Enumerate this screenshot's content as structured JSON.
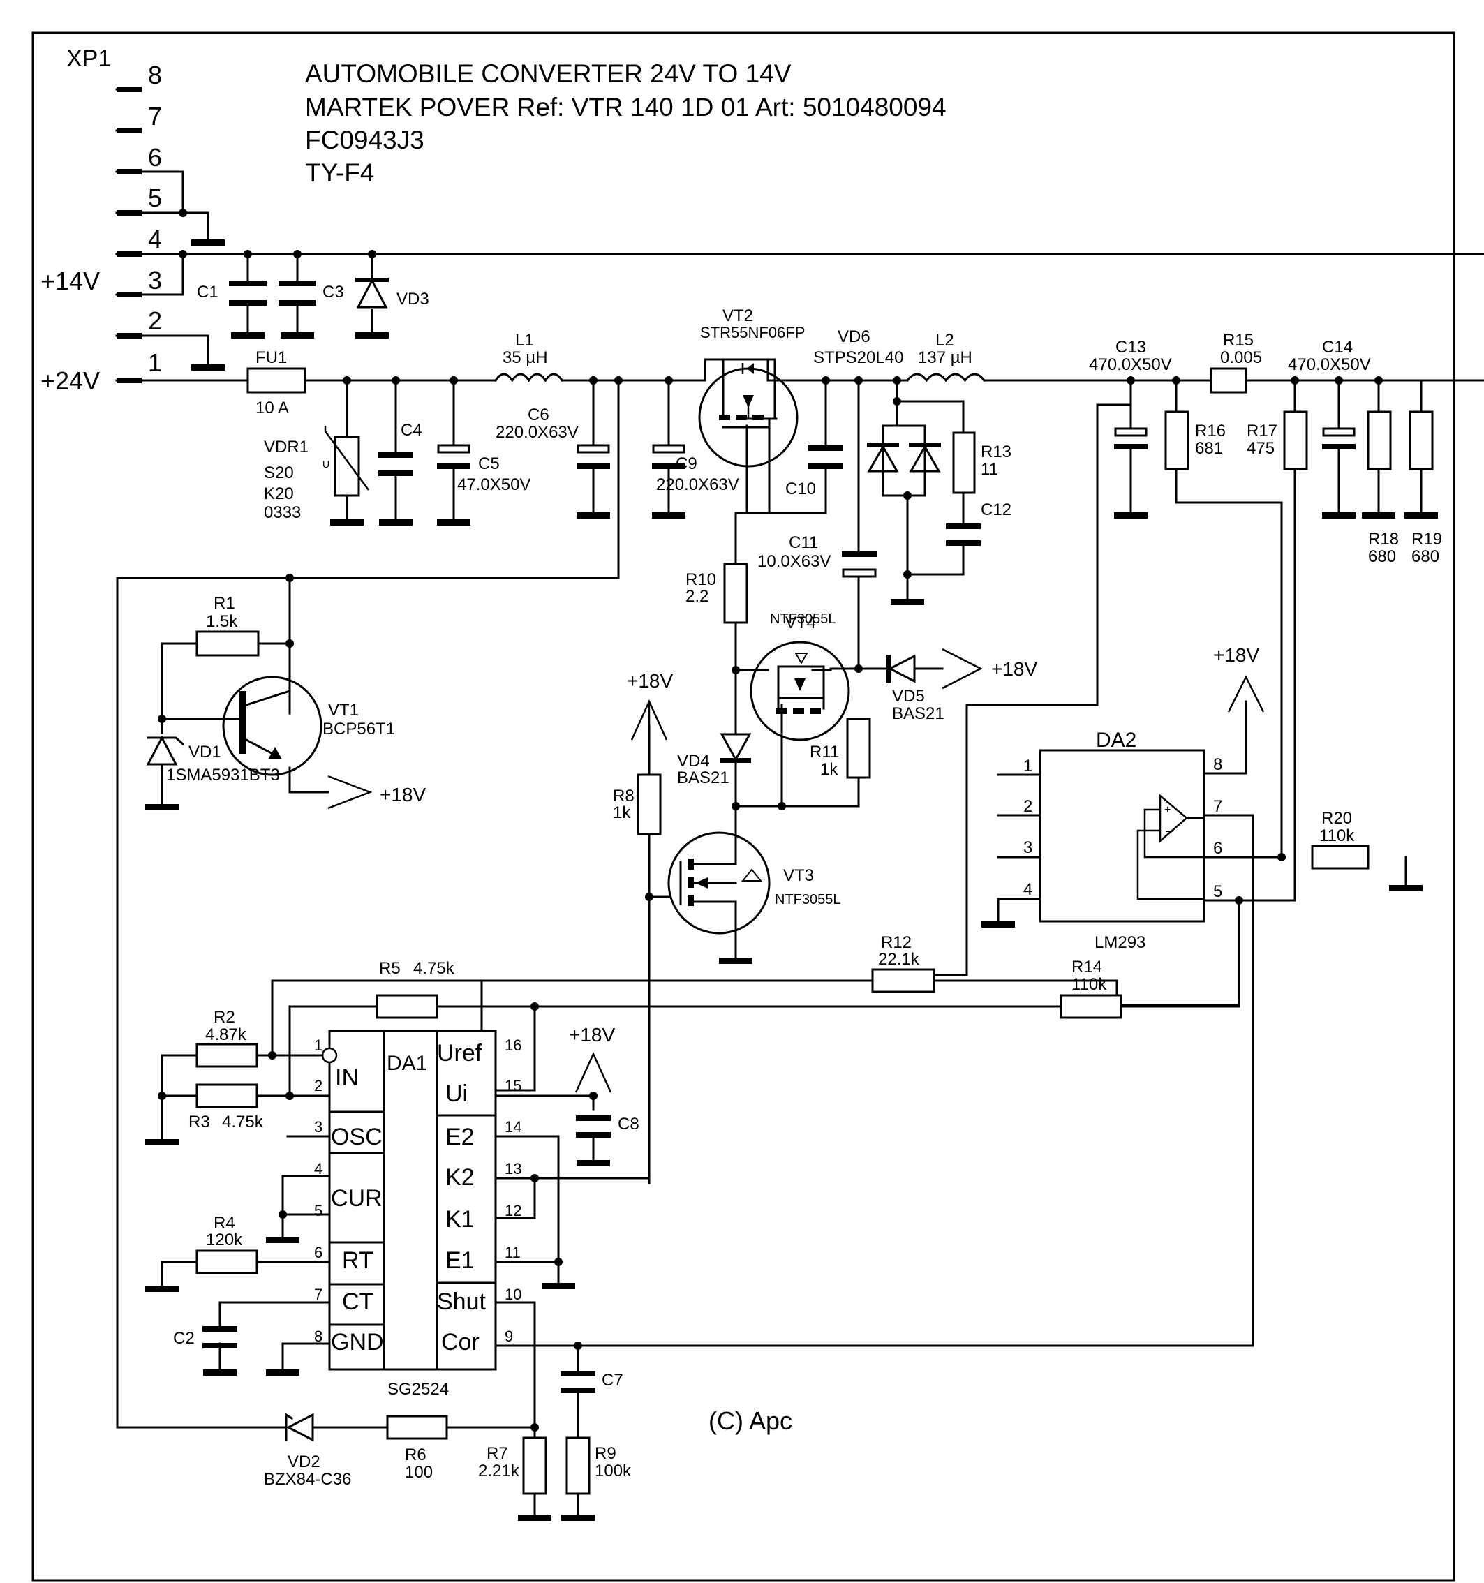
{
  "title": {
    "line1": "AUTOMOBILE CONVERTER 24V TO 14V",
    "line2": "MARTEK POVER  Ref: VTR 140 1D 01  Art: 5010480094",
    "line3": "FC0943J3",
    "line4": "TY-F4"
  },
  "connector": {
    "name": "XP1",
    "pins": [
      "1",
      "2",
      "3",
      "4",
      "5",
      "6",
      "7",
      "8"
    ],
    "v14": "+14V",
    "v24": "+24V"
  },
  "rails": {
    "v18": "+18V"
  },
  "copyright": "(C) Apc",
  "components": {
    "FU1": {
      "ref": "FU1",
      "val": "10 A"
    },
    "C1": {
      "ref": "C1"
    },
    "C3": {
      "ref": "C3"
    },
    "VD3": {
      "ref": "VD3"
    },
    "VDR1": {
      "ref": "VDR1",
      "v1": "S20",
      "v2": "K20",
      "v3": "0333",
      "u": "U"
    },
    "C4": {
      "ref": "C4"
    },
    "C5": {
      "ref": "C5",
      "val": "47.0X50V"
    },
    "L1": {
      "ref": "L1",
      "val": "35 µH"
    },
    "C6": {
      "ref": "C6",
      "val": "220.0X63V"
    },
    "C9": {
      "ref": "C9",
      "val": "220.0X63V"
    },
    "VT2": {
      "ref": "VT2",
      "val": "STR55NF06FP"
    },
    "VD6": {
      "ref": "VD6",
      "val": "STPS20L40"
    },
    "L2": {
      "ref": "L2",
      "val": "137 µH"
    },
    "C10": {
      "ref": "C10"
    },
    "R13": {
      "ref": "R13",
      "val": "11"
    },
    "C12": {
      "ref": "C12"
    },
    "C11": {
      "ref": "C11",
      "val": "10.0X63V"
    },
    "C13": {
      "ref": "C13",
      "val": "470.0X50V"
    },
    "R15": {
      "ref": "R15",
      "val": "0.005"
    },
    "C14": {
      "ref": "C14",
      "val": "470.0X50V"
    },
    "R16": {
      "ref": "R16",
      "val": "681"
    },
    "R17": {
      "ref": "R17",
      "val": "475"
    },
    "R18": {
      "ref": "R18",
      "val": "680"
    },
    "R19": {
      "ref": "R19",
      "val": "680"
    },
    "R1": {
      "ref": "R1",
      "val": "1.5k"
    },
    "VT1": {
      "ref": "VT1",
      "val": "BCP56T1"
    },
    "VD1": {
      "ref": "VD1",
      "val": "1SMA5931BT3"
    },
    "R10": {
      "ref": "R10",
      "val": "2.2"
    },
    "VT4": {
      "ref": "VT4",
      "val": "NTF3055L"
    },
    "VD5": {
      "ref": "VD5",
      "val": "BAS21"
    },
    "R11": {
      "ref": "R11",
      "val": "1k"
    },
    "VD4": {
      "ref": "VD4",
      "val": "BAS21"
    },
    "R8": {
      "ref": "R8",
      "val": "1k"
    },
    "VT3": {
      "ref": "VT3",
      "val": "NTF3055L"
    },
    "DA2": {
      "ref": "DA2",
      "val": "LM293",
      "pins": [
        "1",
        "2",
        "3",
        "4",
        "5",
        "6",
        "7",
        "8"
      ]
    },
    "R20": {
      "ref": "R20",
      "val": "110k"
    },
    "R12": {
      "ref": "R12",
      "val": "22.1k"
    },
    "R5": {
      "ref": "R5",
      "val": "4.75k"
    },
    "R14": {
      "ref": "R14",
      "val": "110k"
    },
    "R2": {
      "ref": "R2",
      "val": "4.87k"
    },
    "R3": {
      "ref": "R3",
      "val": "4.75k"
    },
    "R4": {
      "ref": "R4",
      "val": "120k"
    },
    "C2": {
      "ref": "C2"
    },
    "C8": {
      "ref": "C8"
    },
    "C7": {
      "ref": "C7"
    },
    "R7": {
      "ref": "R7",
      "val": "2.21k"
    },
    "R9": {
      "ref": "R9",
      "val": "100k"
    },
    "R6": {
      "ref": "R6",
      "val": "100"
    },
    "VD2": {
      "ref": "VD2",
      "val": "BZX84-C36"
    },
    "DA1": {
      "ref": "DA1",
      "val": "SG2524",
      "left": [
        "IN",
        "OSC",
        "CUR",
        "RT",
        "CT",
        "GND"
      ],
      "right": [
        "Uref",
        "Ui",
        "E2",
        "K2",
        "K1",
        "E1",
        "Shut",
        "Cor"
      ],
      "pins": [
        "1",
        "2",
        "3",
        "4",
        "5",
        "6",
        "7",
        "8",
        "9",
        "10",
        "11",
        "12",
        "13",
        "14",
        "15",
        "16"
      ]
    }
  }
}
